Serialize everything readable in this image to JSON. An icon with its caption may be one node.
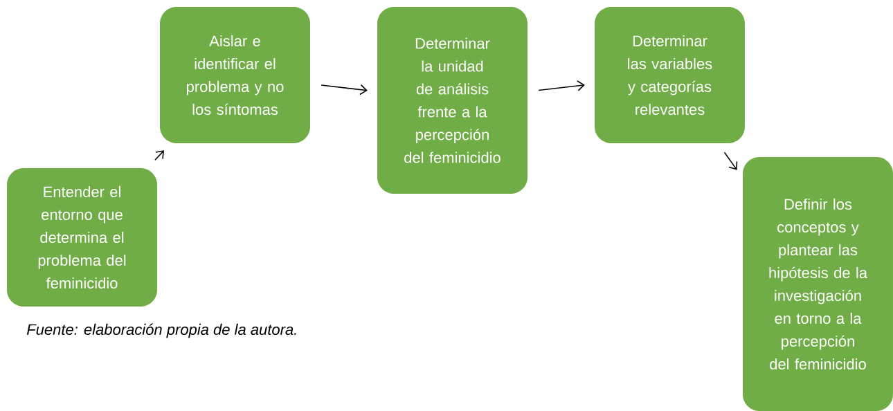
{
  "diagram": {
    "caption": "Fuente: elaboración propia de la autora.",
    "nodes": [
      {
        "text": [
          "Entender el entorno que determina el problema del feminicidio"
        ]
      },
      {
        "text": [
          "Aislar e identificar el problema y no los síntomas"
        ]
      },
      {
        "text": [
          "Determinar la unidad de análisis frente a la percepción del feminicidio"
        ]
      },
      {
        "text": [
          "Determinar las variables y categorías relevantes"
        ]
      },
      {
        "text": [
          "Definir los conceptos y plantear las hipótesis de la investigación en torno a la percepción del feminicidio"
        ]
      }
    ],
    "edges": [
      {
        "from": 0,
        "to": 1,
        "arrow": "to"
      },
      {
        "from": 1,
        "to": 2,
        "arrow": "to"
      },
      {
        "from": 2,
        "to": 3,
        "arrow": "to"
      },
      {
        "from": 3,
        "to": 4,
        "arrow": "to"
      }
    ]
  }
}
